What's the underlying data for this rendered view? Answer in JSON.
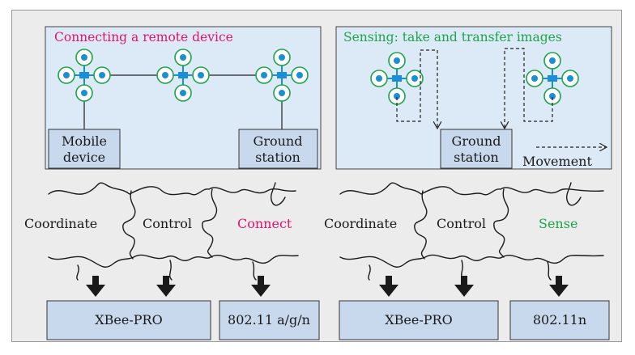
{
  "colors": {
    "frame_bg": "#ececec",
    "panel_bg": "#dce9f6",
    "box_fill": "#c8d9ee",
    "accent_pink": "#e0136e",
    "accent_green": "#1ea34a",
    "drone_blue": "#1a8fd8",
    "drone_ring": "#1ea34a"
  },
  "panels": {
    "left": {
      "title": "Connecting a remote device",
      "title_color": "pink",
      "labels": {
        "mobile": [
          "Mobile",
          "device"
        ],
        "ground": [
          "Ground",
          "station"
        ]
      }
    },
    "right": {
      "title": "Sensing: take and transfer images",
      "title_color": "green",
      "labels": {
        "ground": [
          "Ground",
          "station"
        ],
        "movement": "Movement"
      }
    }
  },
  "puzzles": {
    "left": {
      "pieces": [
        "Coordinate",
        "Control",
        "Connect"
      ],
      "accent": "pink"
    },
    "right": {
      "pieces": [
        "Coordinate",
        "Control",
        "Sense"
      ],
      "accent": "green"
    }
  },
  "hardware": {
    "left": [
      "XBee-PRO",
      "802.11 a/g/n"
    ],
    "right": [
      "XBee-PRO",
      "802.11n"
    ]
  }
}
